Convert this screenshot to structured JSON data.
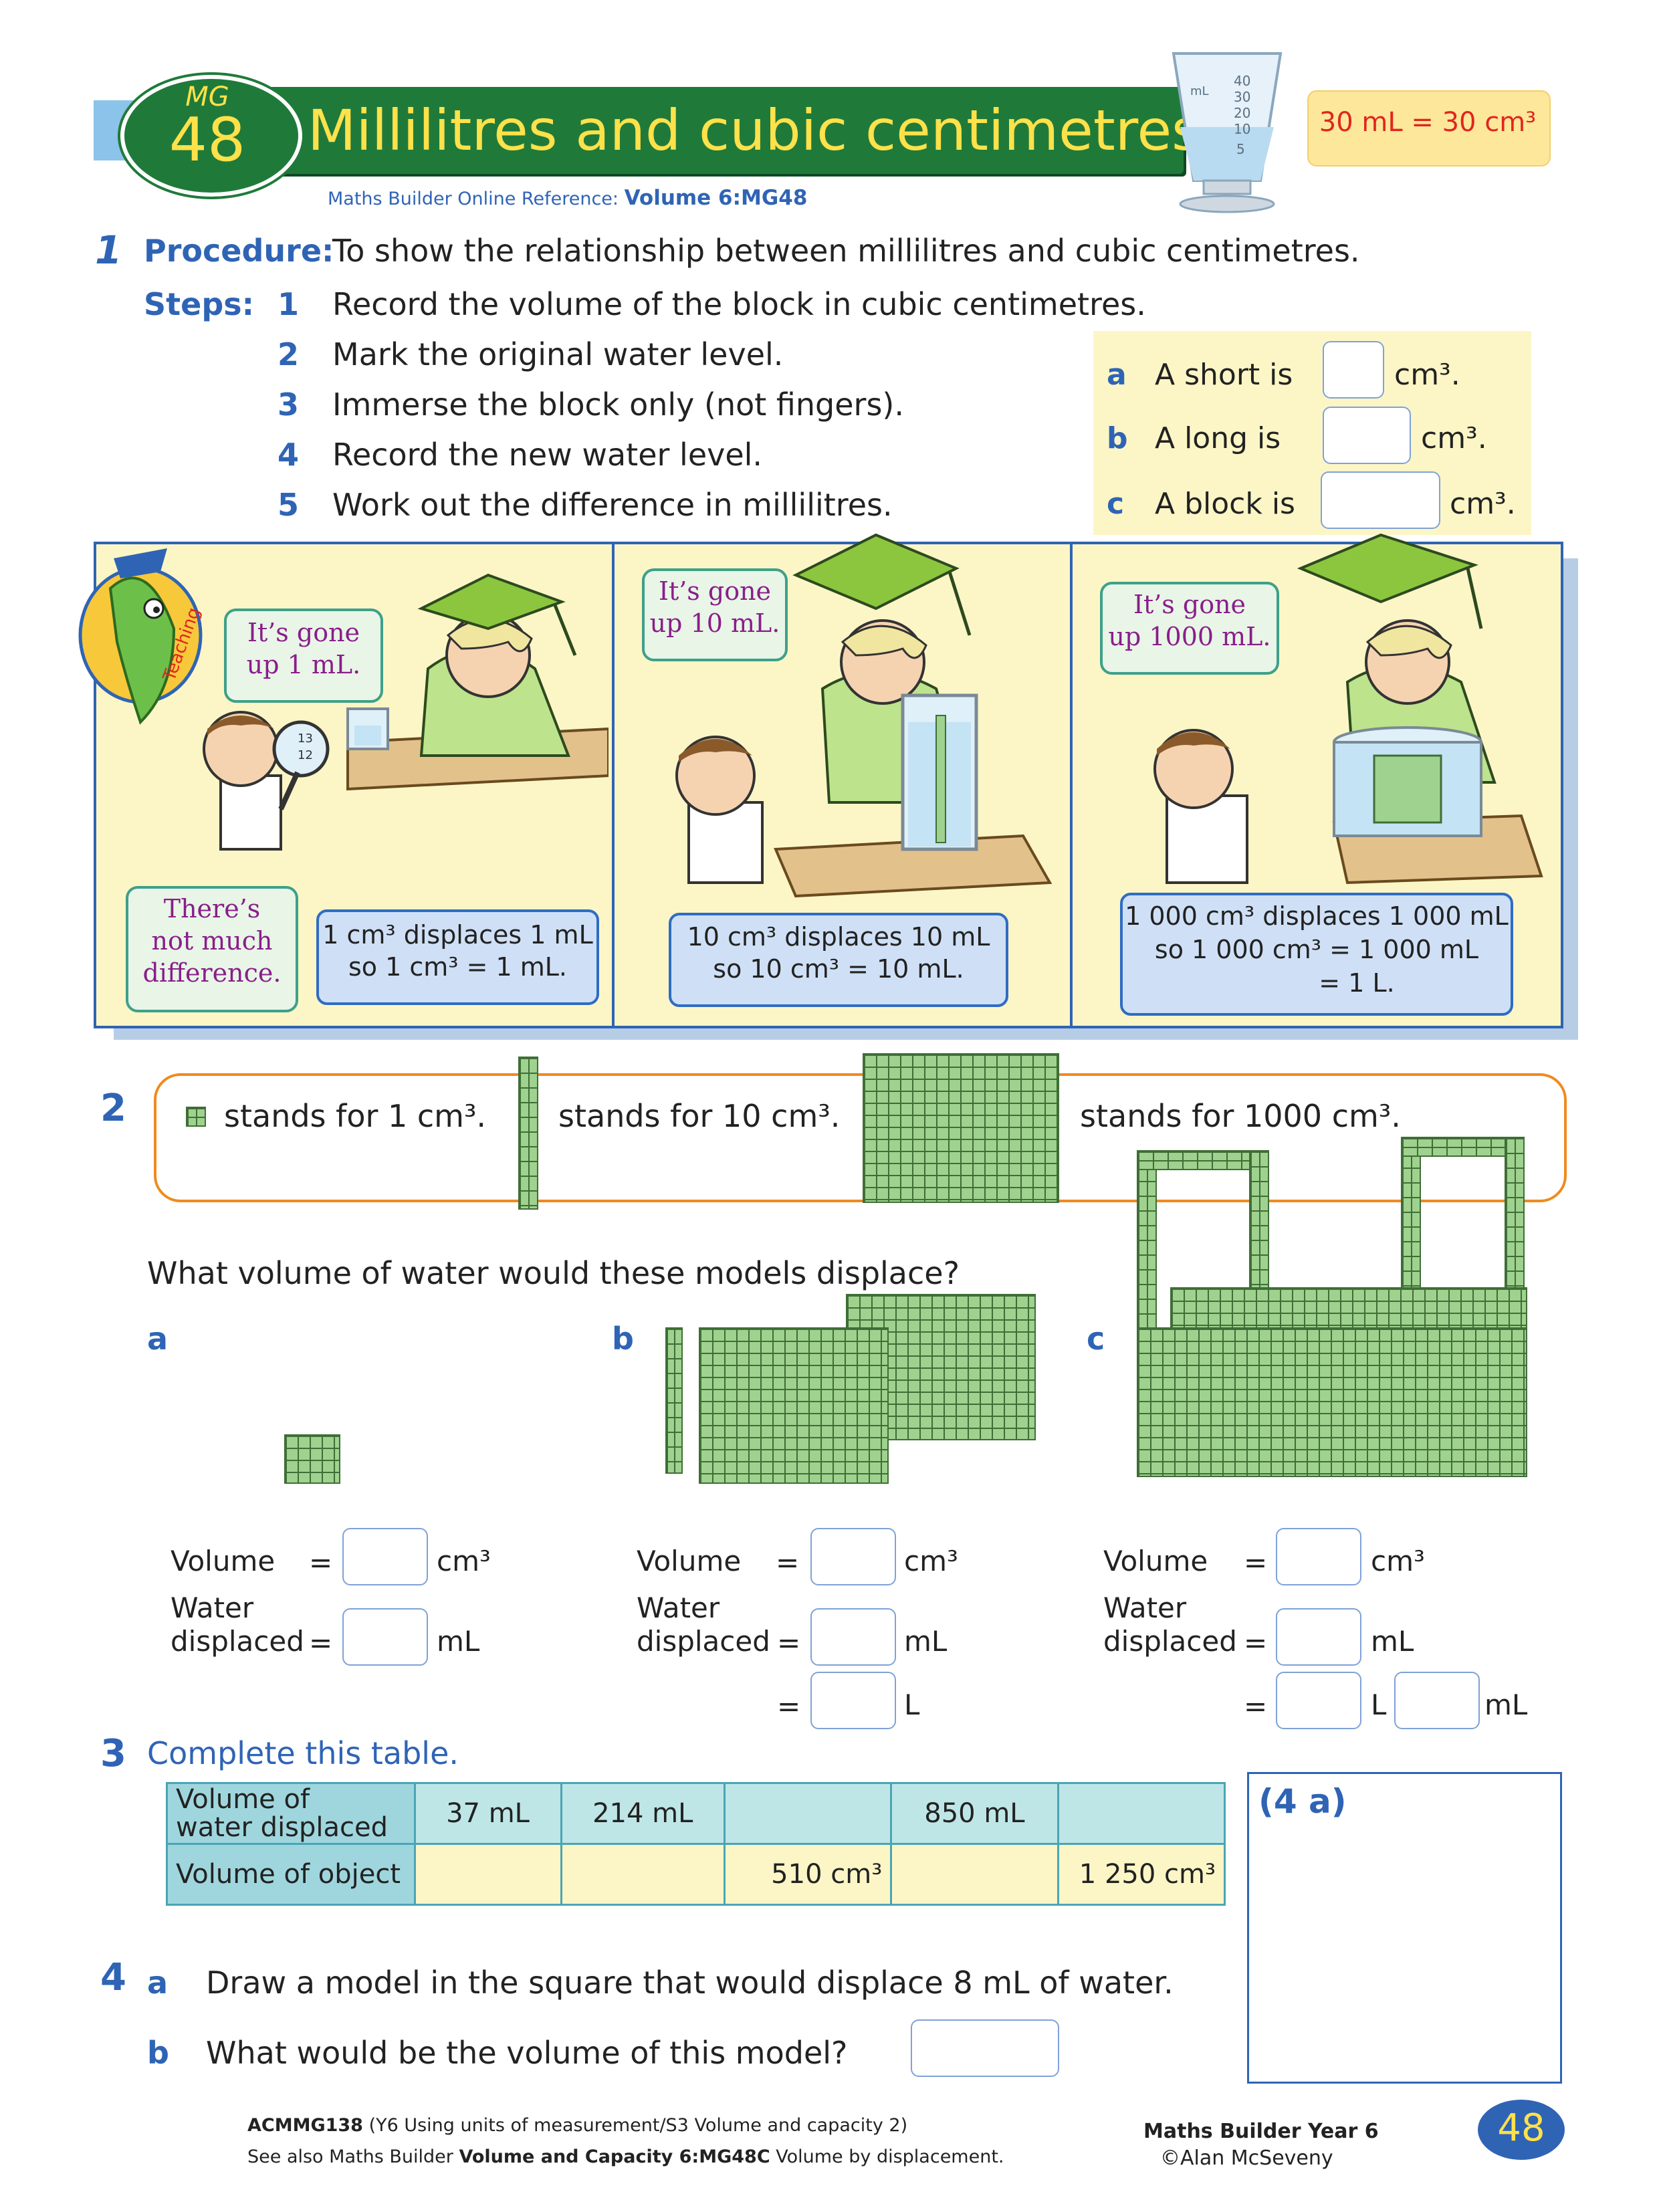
{
  "header": {
    "badge_code": "MG",
    "badge_number": "48",
    "title": "Millilitres and cubic centimetres",
    "reference_label": "Maths Builder Online Reference:",
    "reference_value": "Volume 6:MG48",
    "equivalence": "30 mL = 30 cm³",
    "beaker_unit": "mL",
    "beaker_scale": [
      "40",
      "30",
      "20",
      "10",
      "5"
    ]
  },
  "q1": {
    "number": "1",
    "procedure_label": "Procedure:",
    "procedure_text": "To show the relationship between millilitres and cubic centimetres.",
    "steps_label": "Steps:",
    "steps": [
      {
        "n": "1",
        "text": "Record the volume of the block in cubic centimetres."
      },
      {
        "n": "2",
        "text": "Mark the original water level."
      },
      {
        "n": "3",
        "text": "Immerse the block only (not fingers)."
      },
      {
        "n": "4",
        "text": "Record the new water level."
      },
      {
        "n": "5",
        "text": "Work out the difference in millilitres."
      }
    ],
    "side": [
      {
        "letter": "a",
        "text": "A short is",
        "unit": "cm³."
      },
      {
        "letter": "b",
        "text": "A long is",
        "unit": "cm³."
      },
      {
        "letter": "c",
        "text": "A block is",
        "unit": "cm³."
      }
    ],
    "teaching_label": "Teaching",
    "panels": [
      {
        "speech": [
          "It’s gone",
          "up 1 mL."
        ],
        "caption": [
          "1 cm³ displaces 1 mL",
          "so 1 cm³ = 1 mL."
        ],
        "thought": [
          "There’s",
          "not much",
          "difference."
        ]
      },
      {
        "speech": [
          "It’s gone",
          "up 10 mL."
        ],
        "caption": [
          "10 cm³ displaces 10 mL",
          "so 10 cm³ = 10 mL."
        ]
      },
      {
        "speech": [
          "It’s gone",
          "up 1000 mL."
        ],
        "caption": [
          "1 000 cm³ displaces 1 000 mL",
          "so 1 000 cm³ = 1 000 mL",
          "= 1 L."
        ]
      }
    ],
    "magnifier_marks": [
      "13",
      "12"
    ]
  },
  "q2": {
    "number": "2",
    "legend": [
      "stands for 1 cm³.",
      "stands for 10 cm³.",
      "stands for 1000 cm³."
    ],
    "question": "What volume of water would these models displace?",
    "parts": [
      {
        "letter": "a",
        "volume_label": "Volume",
        "water_label_1": "Water",
        "water_label_2": "displaced",
        "eq": "=",
        "unit_volume": "cm³",
        "unit_water": "mL"
      },
      {
        "letter": "b",
        "volume_label": "Volume",
        "water_label_1": "Water",
        "water_label_2": "displaced",
        "eq": "=",
        "unit_volume": "cm³",
        "unit_water": "mL",
        "unit_extra": "L"
      },
      {
        "letter": "c",
        "volume_label": "Volume",
        "water_label_1": "Water",
        "water_label_2": "displaced",
        "eq": "=",
        "unit_volume": "cm³",
        "unit_water": "mL",
        "unit_extra_l": "L",
        "unit_extra_ml": "mL"
      }
    ]
  },
  "q3": {
    "number": "3",
    "instruction": "Complete this table.",
    "row1_header": [
      "Volume of",
      "water displaced"
    ],
    "row1": [
      "37 mL",
      "214 mL",
      "",
      "850 mL",
      ""
    ],
    "row2_header": "Volume of object",
    "row2": [
      "",
      "",
      "510 cm³",
      "",
      "1 250 cm³"
    ]
  },
  "q4": {
    "number": "4",
    "box_label": "(4 a)",
    "a_letter": "a",
    "a_text": "Draw a model in the square that would displace 8 mL of water.",
    "b_letter": "b",
    "b_text": "What would be the volume of this model?"
  },
  "footer": {
    "code": "ACMMG138",
    "code_desc": "(Y6 Using units of measurement/S3 Volume and capacity 2)",
    "see_also_1": "See also Maths Builder",
    "see_also_bold": "Volume and Capacity 6:MG48C",
    "see_also_2": "Volume by displacement.",
    "book": "Maths Builder Year 6",
    "author": "©Alan McSeveny",
    "page": "48"
  },
  "colors": {
    "header_green": "#1f7a3a",
    "banner_blue": "#8cc3ea",
    "text_blue": "#2f64b5",
    "panel_bg": "#fcf6c6",
    "orange": "#f08a1f",
    "cube_green": "#9fd28f",
    "table_teal": "#bfe6e6"
  }
}
